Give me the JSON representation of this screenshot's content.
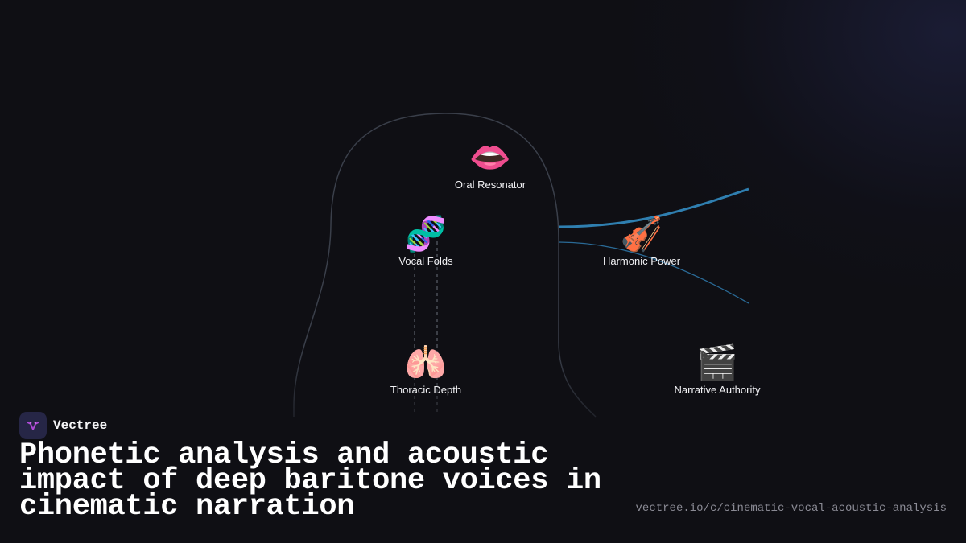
{
  "brand": {
    "name": "Vectree"
  },
  "title": "Phonetic analysis and acoustic impact of deep baritone voices in cinematic narration",
  "url": "vectree.io/c/cinematic-vocal-acoustic-analysis",
  "colors": {
    "background": "#0f0f14",
    "outline": "#3a3f4a",
    "accent_line": "#2f7fb0",
    "logo_bg": "#262646",
    "logo_mark": "#b04ad8"
  },
  "nodes": [
    {
      "id": "oral-resonator",
      "emoji": "👄",
      "icon": "lips-icon",
      "label": "Oral Resonator"
    },
    {
      "id": "vocal-folds",
      "emoji": "🧬",
      "icon": "dna-icon",
      "label": "Vocal Folds"
    },
    {
      "id": "harmonic-power",
      "emoji": "🎻",
      "icon": "violin-icon",
      "label": "Harmonic Power"
    },
    {
      "id": "thoracic-depth",
      "emoji": "🫁",
      "icon": "lungs-icon",
      "label": "Thoracic Depth"
    },
    {
      "id": "narrative-authority",
      "emoji": "🎬",
      "icon": "clapperboard-icon",
      "label": "Narrative Authority"
    }
  ]
}
